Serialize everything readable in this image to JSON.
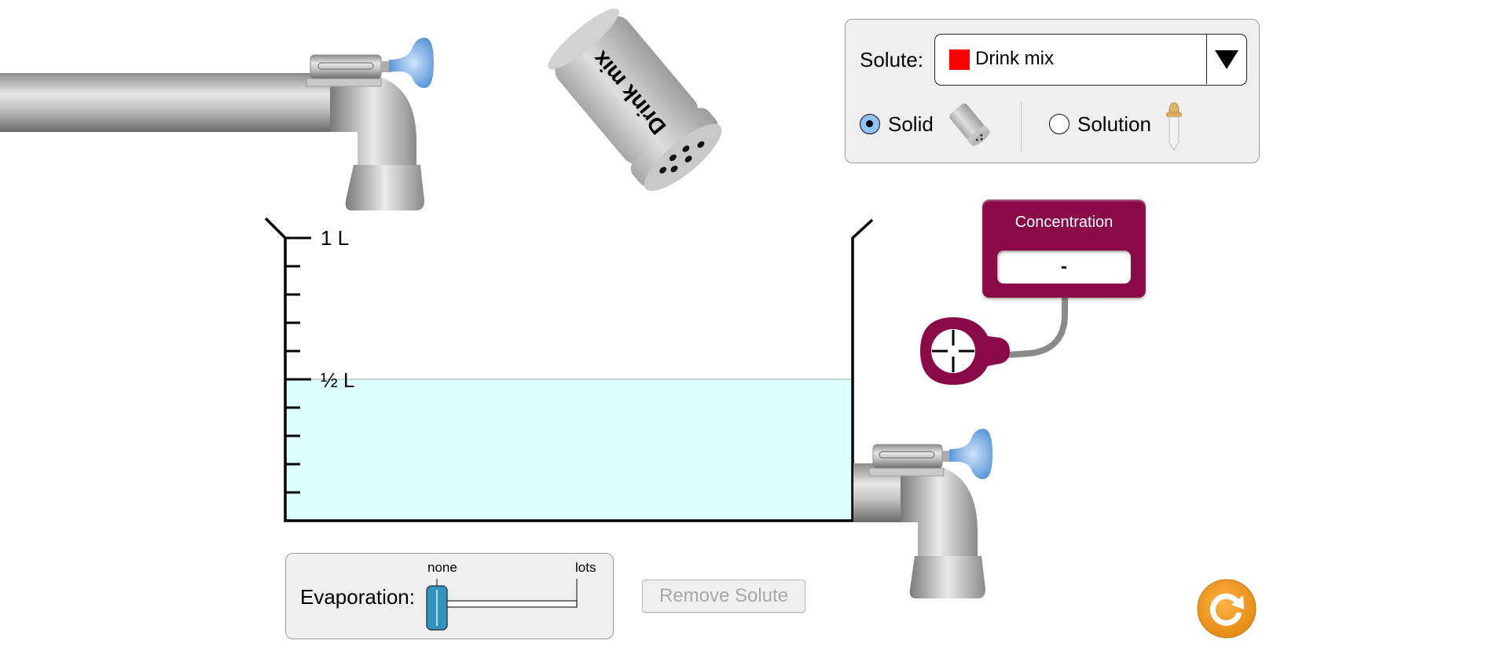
{
  "solute_control": {
    "label": "Solute:",
    "selected": "Drink mix",
    "selected_color": "#ff0000",
    "form_options": [
      {
        "label": "Solid",
        "checked": true,
        "icon": "shaker-icon"
      },
      {
        "label": "Solution",
        "checked": false,
        "icon": "dropper-icon"
      }
    ]
  },
  "shaker": {
    "label": "Drink mix"
  },
  "concentration_meter": {
    "title": "Concentration",
    "value": "-",
    "color": "#8a0a48"
  },
  "beaker": {
    "marks": {
      "full": "1 L",
      "half": "½ L"
    },
    "volume_liters": 0.5,
    "solution_color": "#dcffff"
  },
  "evaporation": {
    "label": "Evaporation:",
    "min_label": "none",
    "max_label": "lots",
    "value_fraction": 0
  },
  "buttons": {
    "remove_solute": "Remove Solute",
    "remove_solute_enabled": false,
    "reset": "reset"
  },
  "colors": {
    "panel_bg": "#efefef",
    "faucet_knob": "#5d9de0",
    "slider_thumb": "#3193be",
    "reset": "#f39a1f"
  }
}
